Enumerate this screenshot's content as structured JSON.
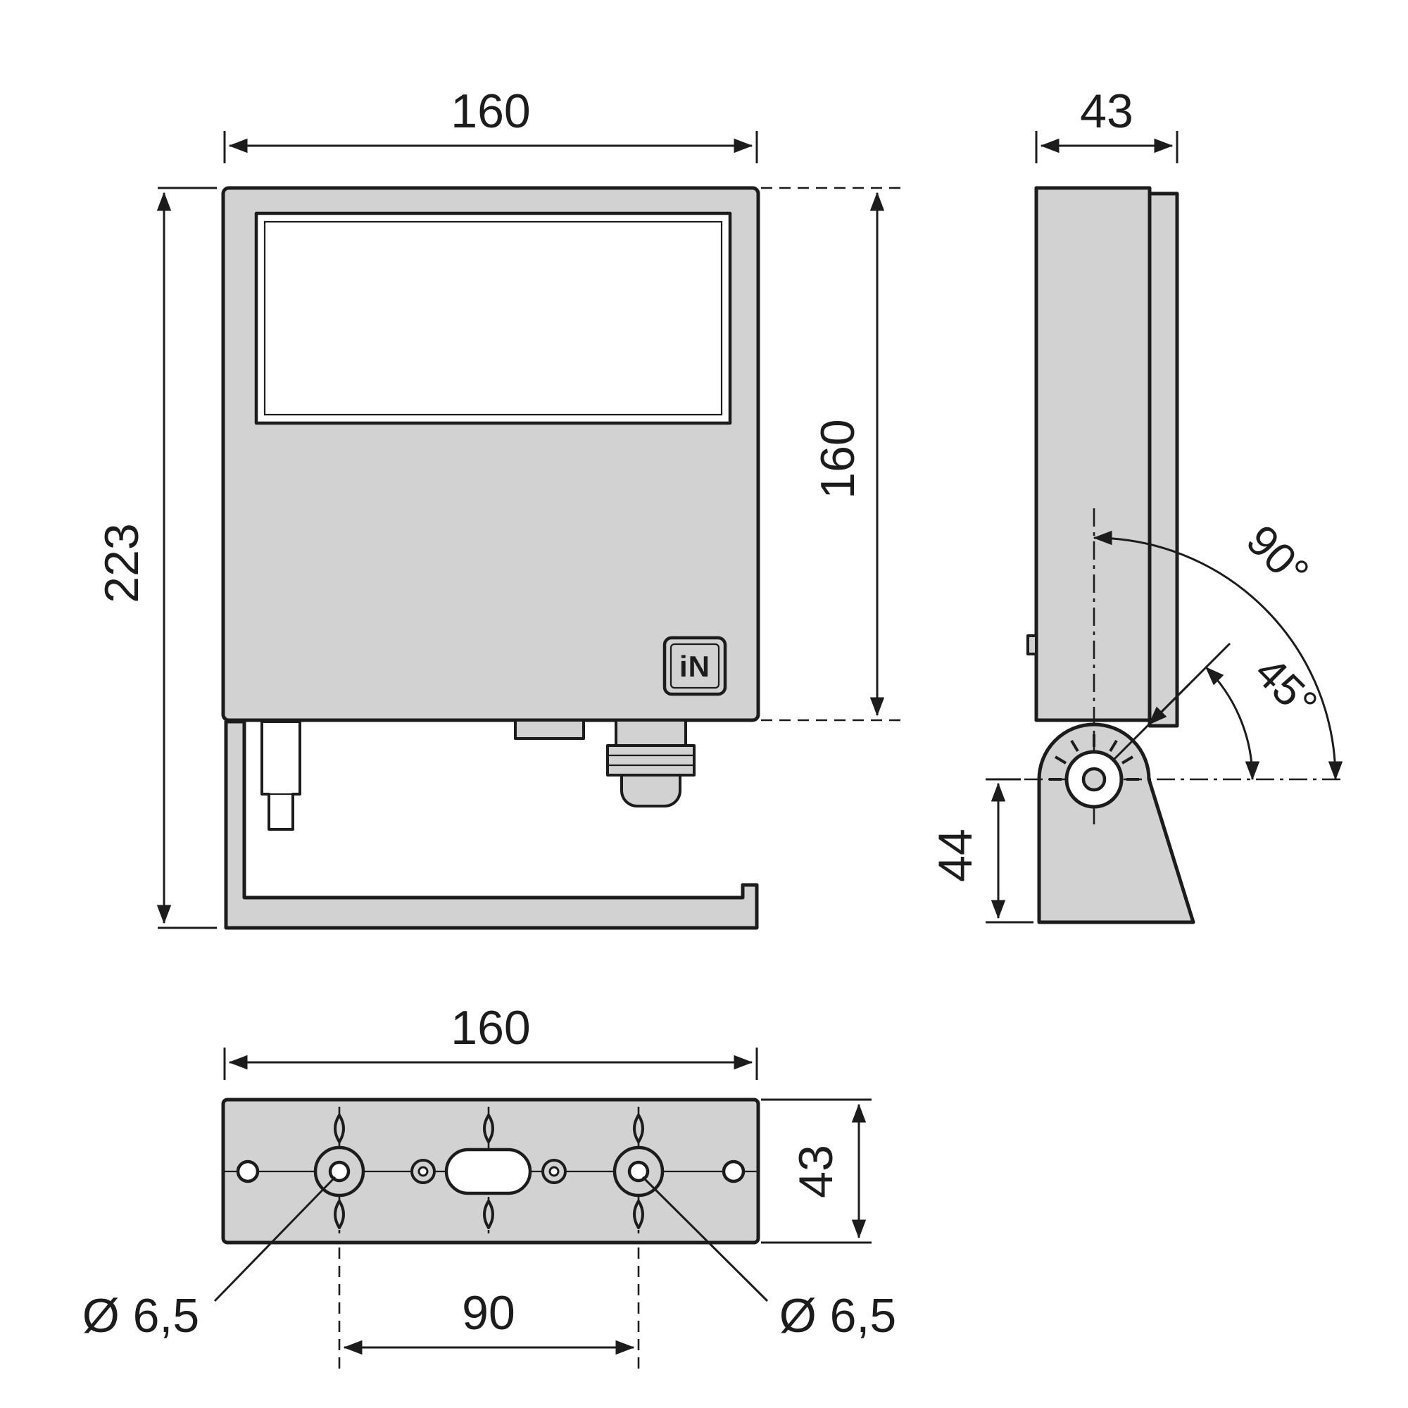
{
  "drawing_type": "luminaire-dimension-drawing",
  "colors": {
    "line": "#1c1c1c",
    "body_fill": "#d2d2d2",
    "background": "#ffffff"
  },
  "front_view": {
    "width_dim": "160",
    "overall_height_dim": "223",
    "body_height_dim": "160",
    "logo_text": "iN"
  },
  "side_view": {
    "depth_dim": "43",
    "swivel_angle_dim": "90°",
    "tilt_angle_dim": "45°",
    "pivot_height_dim": "44"
  },
  "bottom_view": {
    "width_dim": "160",
    "depth_dim": "43",
    "mounting_hole_spacing_dim": "90",
    "left_hole_diameter": "Ø 6,5",
    "right_hole_diameter": "Ø 6,5"
  }
}
